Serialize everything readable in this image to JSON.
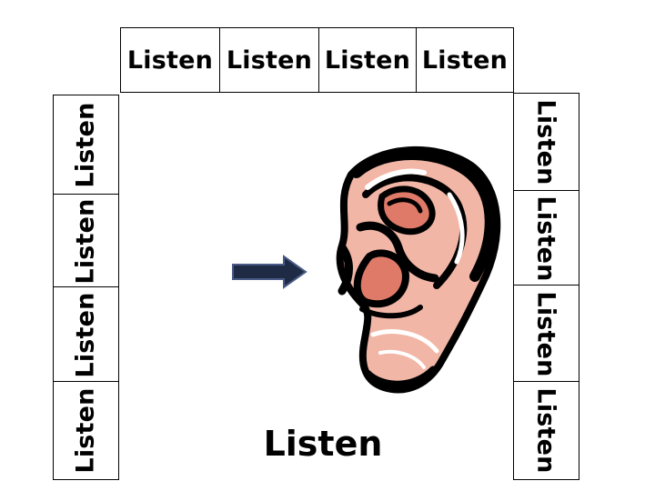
{
  "top_row": [
    "Listen",
    "Listen",
    "Listen",
    "Listen"
  ],
  "left_column": [
    "Listen",
    "Listen",
    "Listen",
    "Listen"
  ],
  "right_column": [
    "Listen",
    "Listen",
    "Listen",
    "Listen"
  ],
  "caption": "Listen",
  "icons": {
    "arrow": "right-arrow-icon",
    "ear": "ear-icon"
  },
  "colors": {
    "arrow_fill": "#1f2a45",
    "ear_skin": "#f2b6a6",
    "ear_inner": "#e07a68",
    "ear_outline": "#000000"
  }
}
